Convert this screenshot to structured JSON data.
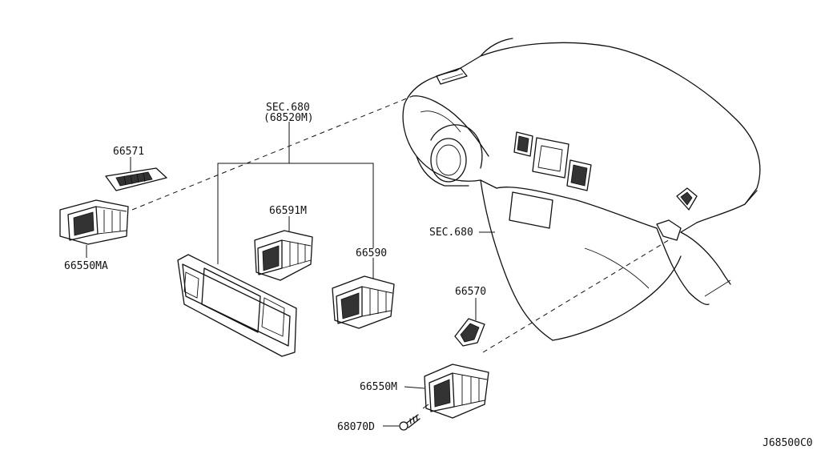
{
  "diagram_id": "J68500C0",
  "callouts": {
    "sec680_68520m_line1": "SEC.680",
    "sec680_68520m_line2": "(68520M)",
    "sec680": "SEC.680",
    "p66571": "66571",
    "p66550ma": "66550MA",
    "p66591m": "66591M",
    "p66590": "66590",
    "p66570": "66570",
    "p66550m": "66550M",
    "p68070d": "68070D"
  }
}
